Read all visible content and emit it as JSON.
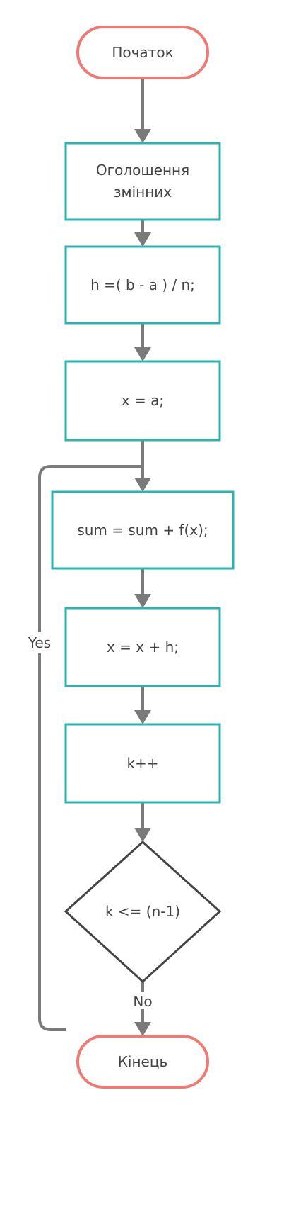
{
  "nodes": {
    "start": {
      "text": "Початок",
      "kind": "terminator"
    },
    "declare": {
      "lines": [
        "Оголошення",
        "змінних"
      ],
      "kind": "process"
    },
    "step_h": {
      "text": "h =( b - a ) / n;",
      "kind": "process"
    },
    "init_x": {
      "text": "x = a;",
      "kind": "process"
    },
    "accumulate": {
      "text": "sum = sum + f(x);",
      "kind": "process"
    },
    "advance_x": {
      "text": "x = x + h;",
      "kind": "process"
    },
    "increment_k": {
      "text": "k++",
      "kind": "process"
    },
    "condition": {
      "text": "k <= (n-1)",
      "kind": "decision"
    },
    "end": {
      "text": "Кінець",
      "kind": "terminator"
    }
  },
  "edges": {
    "yes_label": "Yes",
    "no_label": "No"
  },
  "colors": {
    "terminator_stroke": "#ee7a76",
    "process_stroke": "#2bb3b1",
    "decision_stroke": "#444444",
    "connector": "#7a7a7a",
    "text": "#444444",
    "background": "#ffffff"
  }
}
